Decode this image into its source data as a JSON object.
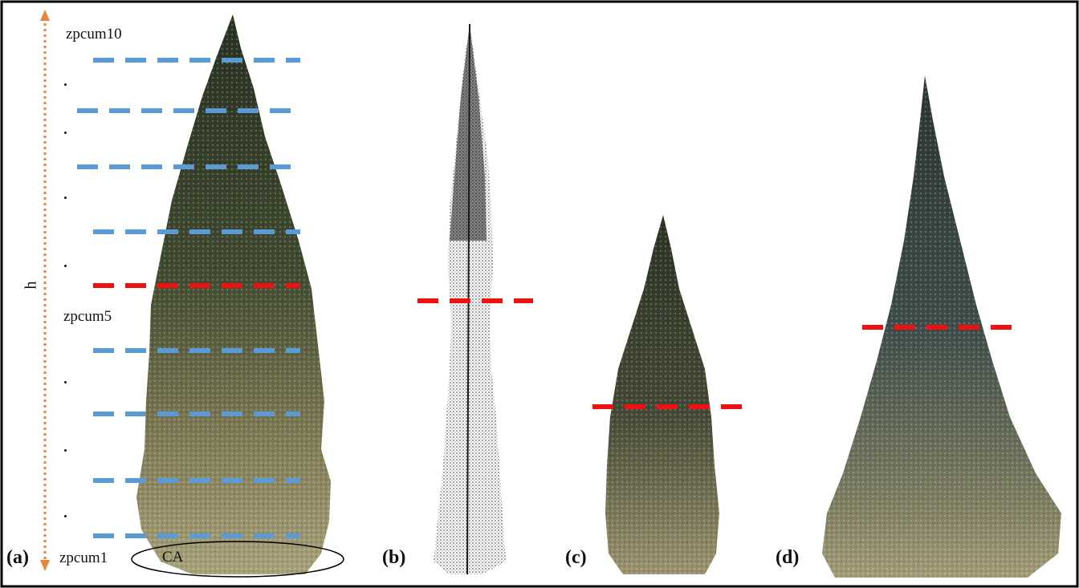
{
  "labels": {
    "height": "h",
    "zpcum10": "zpcum10",
    "zpcum5": "zpcum5",
    "zpcum1": "zpcum1",
    "crown_area": "CA"
  },
  "panels": [
    "(a)",
    "(b)",
    "(c)",
    "(d)"
  ],
  "colors": {
    "border": "#000000",
    "height_arrow": "#E8853A",
    "percentile_line": "#5B9BD5",
    "highlight_line": "#EE1111",
    "foliage_dark": "#2F3A26",
    "foliage_light": "#A8A27A",
    "point_cloud": "#1A1A1A",
    "foliage_blue": "#3E4E4A"
  },
  "icons": [
    "double-headed-dotted-arrow",
    "ellipse-outline"
  ]
}
